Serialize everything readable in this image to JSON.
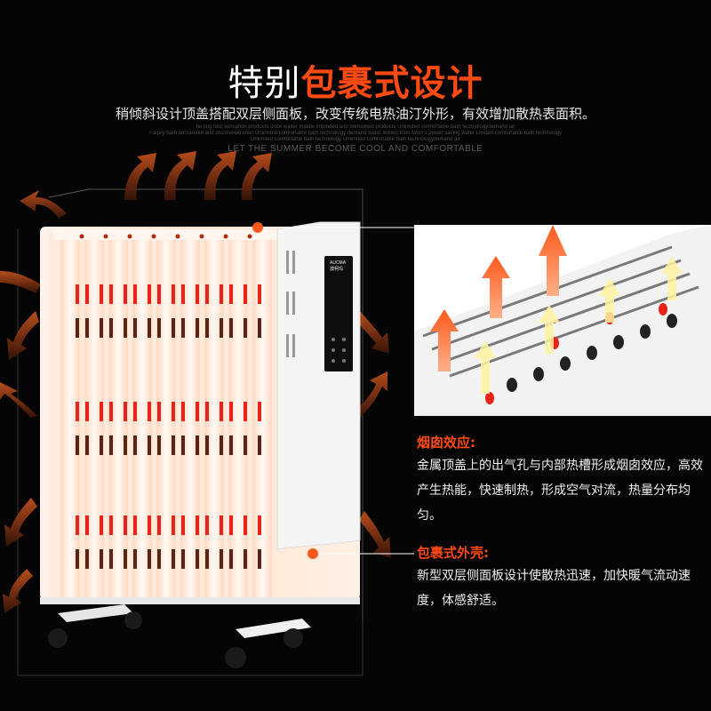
{
  "title": {
    "plain": "特别",
    "accent": "包裹式设计"
  },
  "subtitle": "稍倾斜设计顶盖搭配双层侧面板，改变传统电热油汀外形，有效增加散热表面积。",
  "fine_print": [
    "he ling four sensation products once waiter middle imbinded and demolified products Unlimited comfortable bath technologydemand air",
    "Family bath demanded and discovered lines Unlimited comfortable bath technology demand water limited from favor's power saving water Limited comfortable bath technology",
    "Unlimited comfortable bath technology Unlimited comfortable bath technologydemand air"
  ],
  "tagline": "LET THE SUMMER BECOME COOL AND COMFORTABLE",
  "brand": {
    "name": "AUCMA",
    "sub": "澳柯玛"
  },
  "callouts": [
    {
      "heading": "烟囱效应:",
      "body": "金属顶盖上的出气孔与内部热槽形成烟囱效应，高效产生热能，快速制热，形成空气对流，热量分布均匀。"
    },
    {
      "heading": "包裹式外壳:",
      "body": "新型双层侧面板设计使散热迅速，加快暖气流动速度，体感舒适。"
    }
  ],
  "colors": {
    "accent": "#ff4a12",
    "background": "#050505",
    "text": "#ffffff"
  }
}
